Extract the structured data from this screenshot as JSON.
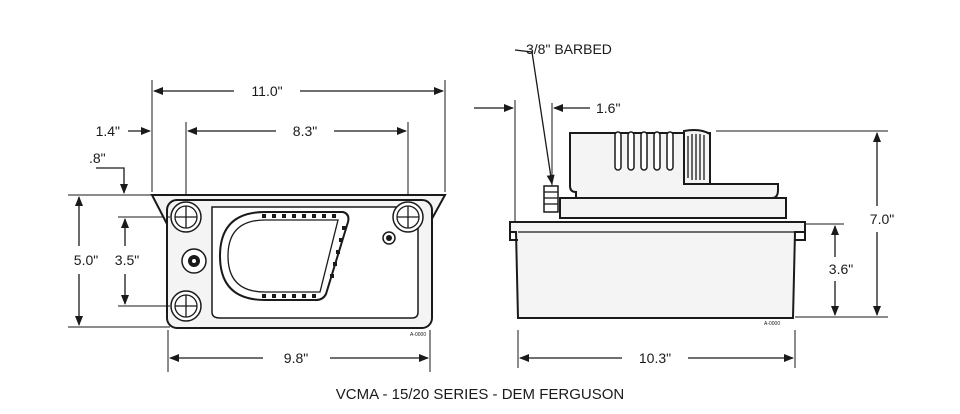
{
  "caption": "VCMA - 15/20 SERIES - DEM FERGUSON",
  "top_view": {
    "width_overall": "11.0\"",
    "hole_spacing": "8.3\"",
    "hole_offset_x": "1.4\"",
    "hole_offset_y": ".8\"",
    "depth_overall": "5.0\"",
    "hole_spacing_y": "3.5\"",
    "tank_width": "9.8\""
  },
  "side_view": {
    "barbed_fitting": "3/8\" BARBED",
    "fitting_offset": "1.6\"",
    "height_overall": "7.0\"",
    "tank_height": "3.6\"",
    "tank_length": "10.3\""
  },
  "part_tag_left": "A-0000",
  "part_tag_right": "A-0000"
}
